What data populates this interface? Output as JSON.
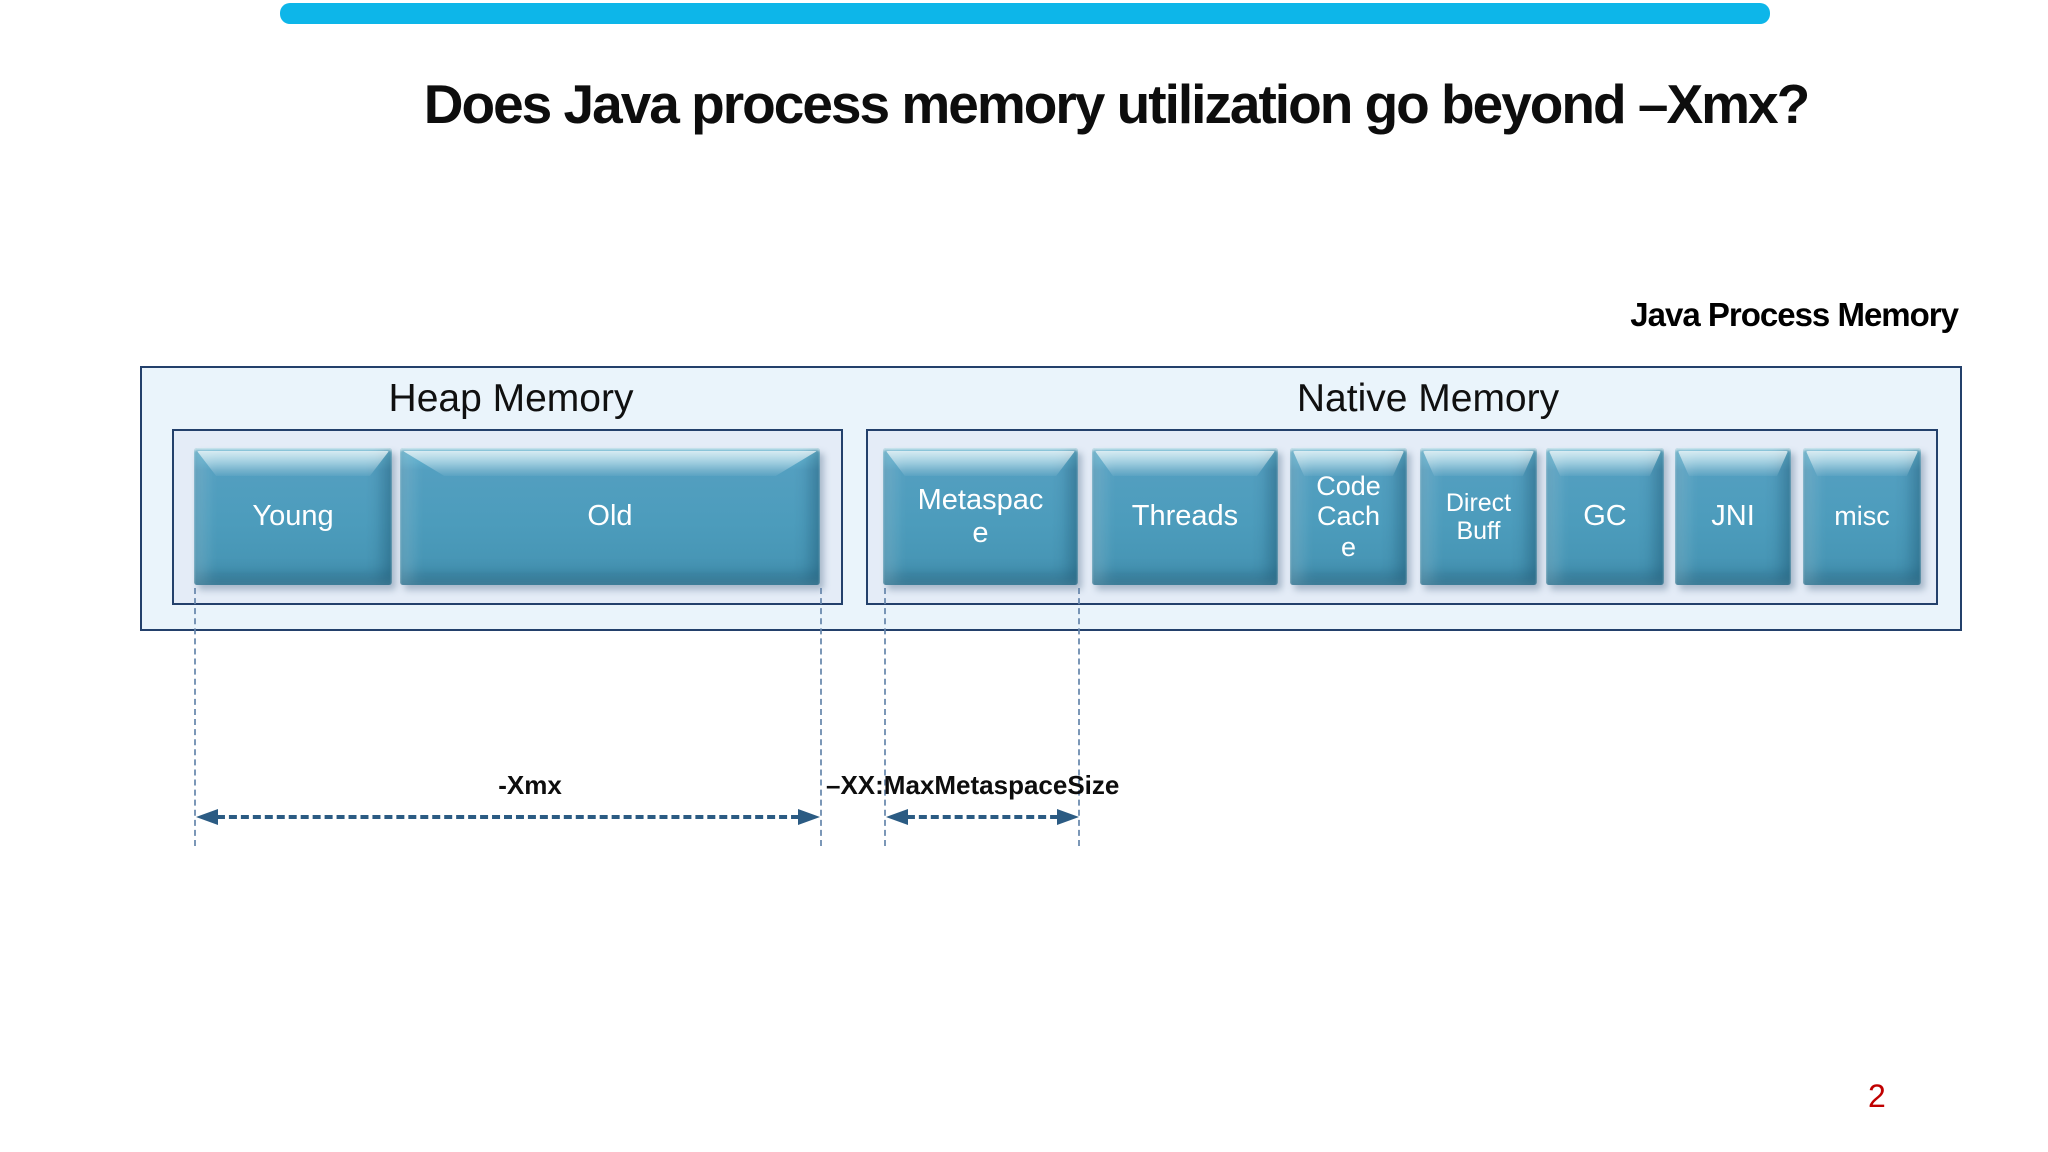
{
  "slide": {
    "title": "Does Java process memory utilization go beyond –Xmx?",
    "caption": "Java Process Memory",
    "page_number": "2"
  },
  "diagram": {
    "heap": {
      "label": "Heap Memory",
      "boxes": {
        "young": {
          "label": "Young"
        },
        "old": {
          "label": "Old"
        }
      }
    },
    "native": {
      "label": "Native Memory",
      "boxes": {
        "metaspace": {
          "label": "Metaspac\ne"
        },
        "threads": {
          "label": "Threads"
        },
        "code_cache": {
          "label": "Code\nCach\ne"
        },
        "direct_buff": {
          "label": "Direct\nBuff"
        },
        "gc": {
          "label": "GC"
        },
        "jni": {
          "label": "JNI"
        },
        "misc": {
          "label": "misc"
        }
      }
    },
    "annotations": {
      "xmx": {
        "label": "-Xmx"
      },
      "max_metaspace": {
        "label": "–XX:MaxMetaspaceSize"
      }
    }
  },
  "colors": {
    "accent_bar": "#0db6e9",
    "box_face": "#4c9cbc",
    "container_fill": "#eaf4fb",
    "group_fill": "#e4ecf7",
    "container_border": "#23406b",
    "arrow": "#2b5b83",
    "guide_line": "#6585ab",
    "page_number": "#c00000"
  }
}
